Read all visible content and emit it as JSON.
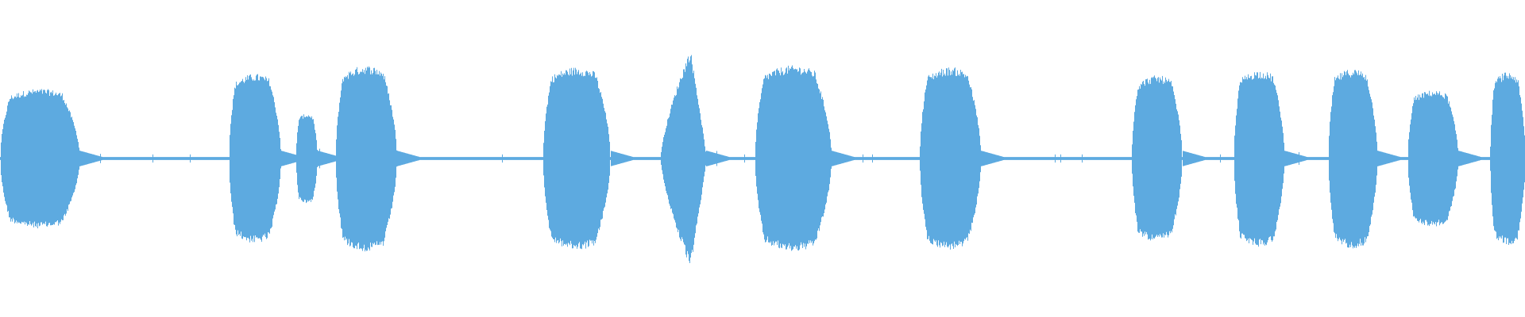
{
  "waveform": {
    "color": "#5DAAE0",
    "background": "#FFFFFF",
    "bursts": [
      {
        "start": 0.0,
        "end": 0.052,
        "amp": 0.42,
        "shape": "round"
      },
      {
        "start": 0.15,
        "end": 0.184,
        "amp": 0.51,
        "shape": "round"
      },
      {
        "start": 0.194,
        "end": 0.208,
        "amp": 0.27,
        "shape": "round"
      },
      {
        "start": 0.22,
        "end": 0.26,
        "amp": 0.56,
        "shape": "round"
      },
      {
        "start": 0.356,
        "end": 0.4,
        "amp": 0.55,
        "shape": "round"
      },
      {
        "start": 0.433,
        "end": 0.463,
        "amp": 0.66,
        "shape": "peak"
      },
      {
        "start": 0.495,
        "end": 0.545,
        "amp": 0.56,
        "shape": "round"
      },
      {
        "start": 0.603,
        "end": 0.643,
        "amp": 0.55,
        "shape": "round"
      },
      {
        "start": 0.742,
        "end": 0.775,
        "amp": 0.5,
        "shape": "round"
      },
      {
        "start": 0.809,
        "end": 0.842,
        "amp": 0.53,
        "shape": "round"
      },
      {
        "start": 0.871,
        "end": 0.903,
        "amp": 0.54,
        "shape": "round"
      },
      {
        "start": 0.923,
        "end": 0.956,
        "amp": 0.41,
        "shape": "round"
      },
      {
        "start": 0.977,
        "end": 1.0,
        "amp": 0.52,
        "shape": "round"
      }
    ],
    "noise_floor": 0.012
  }
}
